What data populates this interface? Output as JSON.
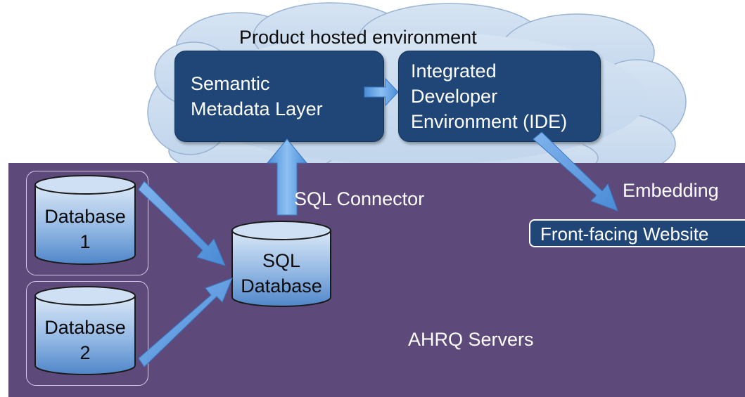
{
  "cloud": {
    "title": "Product hosted environment"
  },
  "semantic_box": {
    "line1": "Semantic",
    "line2": "Metadata Layer"
  },
  "ide_box": {
    "line1": "Integrated",
    "line2": "Developer",
    "line3": "Environment (IDE)"
  },
  "connectors": {
    "sql_connector": "SQL Connector",
    "embedding": "Embedding"
  },
  "website": {
    "label": "Front-facing Website"
  },
  "databases": {
    "db1_line1": "Database",
    "db1_line2": "1",
    "db2_line1": "Database",
    "db2_line2": "2",
    "sql_line1": "SQL",
    "sql_line2": "Database"
  },
  "servers": {
    "label": "AHRQ Servers"
  },
  "colors": {
    "cloud_fill": "#c7d9ee",
    "box_navy": "#1f4677",
    "servers_purple": "#5e4a7a",
    "cylinder_top": "#dbe8f7",
    "cylinder_bottom": "#4f86c9",
    "arrow_blue": "#5b9be1"
  }
}
